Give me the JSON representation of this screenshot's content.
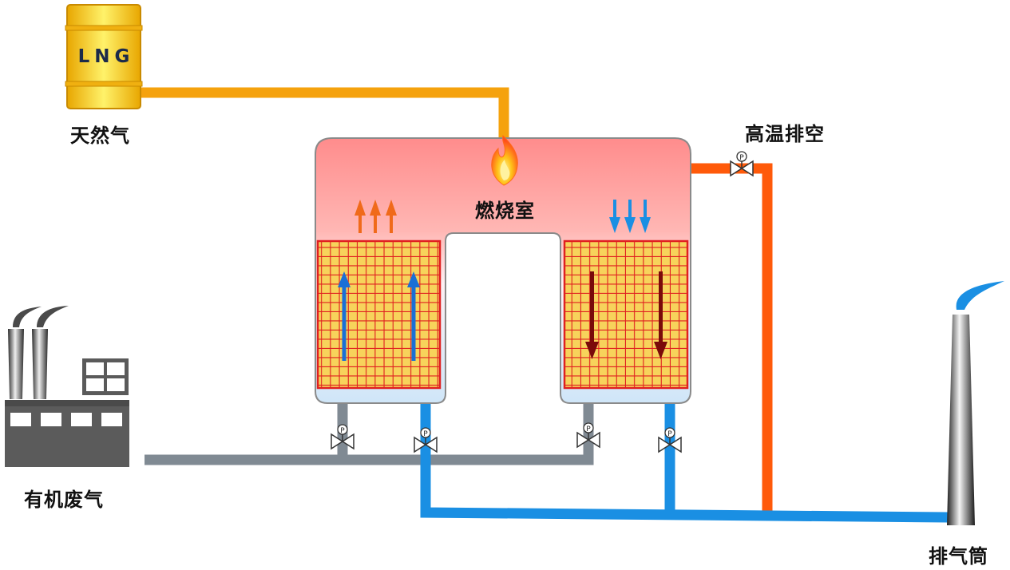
{
  "labels": {
    "lng_tank": "LNG",
    "natural_gas": "天然气",
    "high_temp_exhaust": "高温排空",
    "combustion_chamber": "燃烧室",
    "organic_waste_gas": "有机废气",
    "chimney": "排气筒"
  },
  "valve_marks": {
    "pressure": "P"
  },
  "colors": {
    "gas_pipe": "#f5a20d",
    "exhaust_pipe": "#ff5a0a",
    "waste_gas_pipe": "#808a93",
    "clean_gas_pipe": "#1a8fe3",
    "chamber_top": "#ff8c8c",
    "regenerator_grid": "#e02020",
    "regenerator_fill": "#f7d35b",
    "up_arrow": "#1a6fd6",
    "down_arrow": "#7a0a0a"
  }
}
